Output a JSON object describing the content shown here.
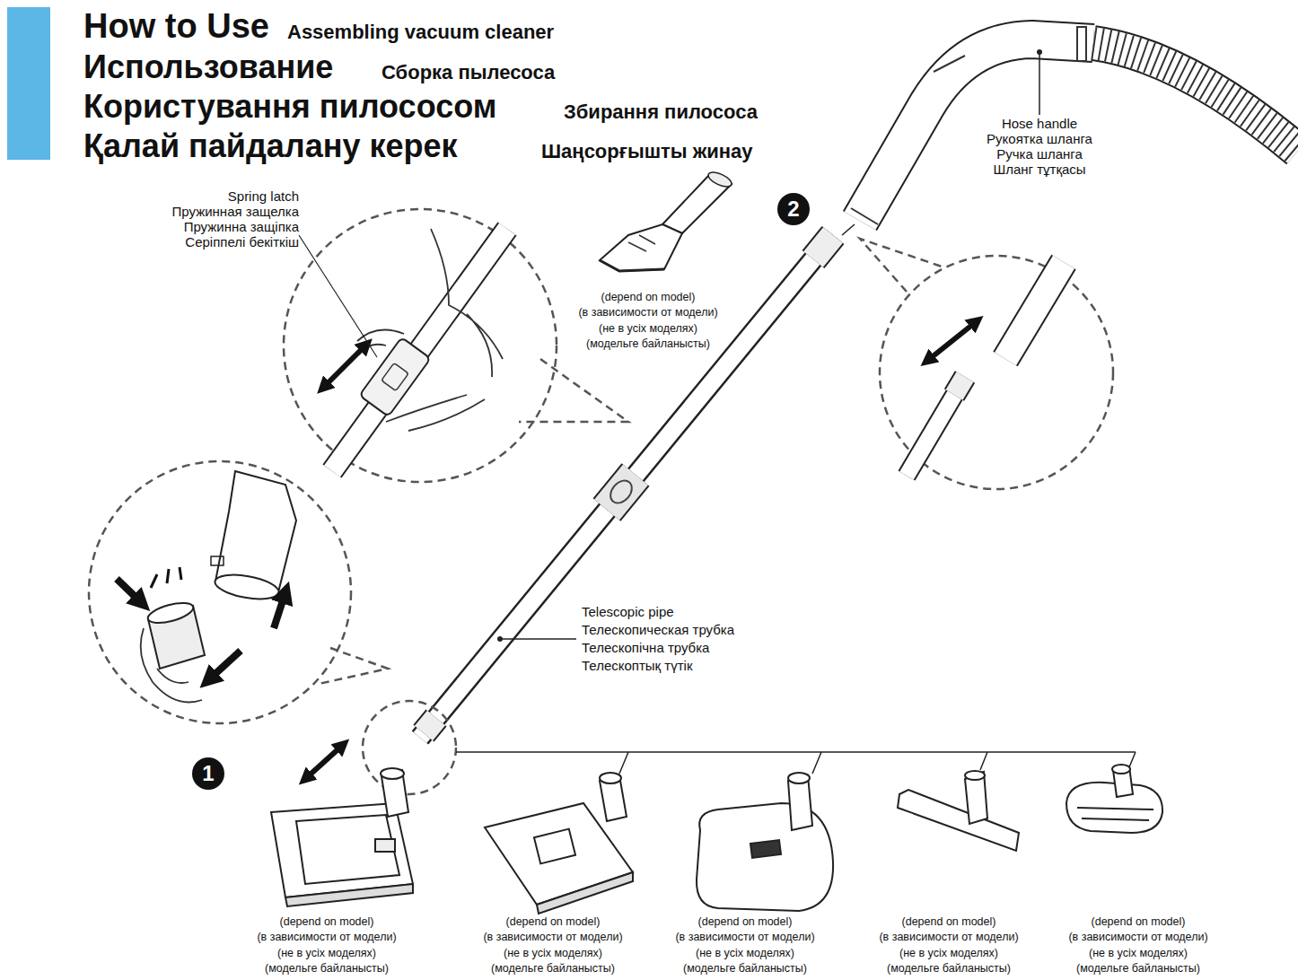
{
  "diagram": {
    "title": "How to Use",
    "nodes": [
      {
        "text": [
          "1"
        ]
      },
      {
        "text": [
          "2"
        ]
      }
    ],
    "labels": [
      "Assembling vacuum cleaner",
      "Использование",
      "Сборка пылесоса",
      "Користування пилососом",
      "Збирання пилососа",
      "Қалай пайдалану керек",
      "Шаңсорғышты жинау",
      "Spring latch",
      "Пружинная защелка",
      "Пружинна защіпка",
      "Серіппелі бекіткіш",
      "Hose handle",
      "Рукоятка шланга",
      "Ручка шланга",
      "Шланг тұтқасы",
      "(depend on model)",
      "(в зависимости от модели)",
      "(не в усіх моделях)",
      "(модельге байланысты)",
      "Telescopic pipe",
      "Телескопическая трубка",
      "Телескопічна трубка",
      "Телескоптық түтік",
      "(depend on model)",
      "(в зависимости от модели)",
      "(не в усіх моделях)",
      "(модельге байланысты)",
      "(depend on model)",
      "(в зависимости от модели)",
      "(не в усіх моделях)",
      "(модельге байланысты)",
      "(depend on model)",
      "(в зависимости от модели)",
      "(не в усіх моделях)",
      "(модельге байланысты)",
      "(depend on model)",
      "(в зависимости от модели)",
      "(не в усіх моделях)",
      "(модельге байланысты)",
      "(depend on model)",
      "(в зависимости от модели)",
      "(не в усіх моделях)",
      "(модельге байланысты)"
    ]
  }
}
